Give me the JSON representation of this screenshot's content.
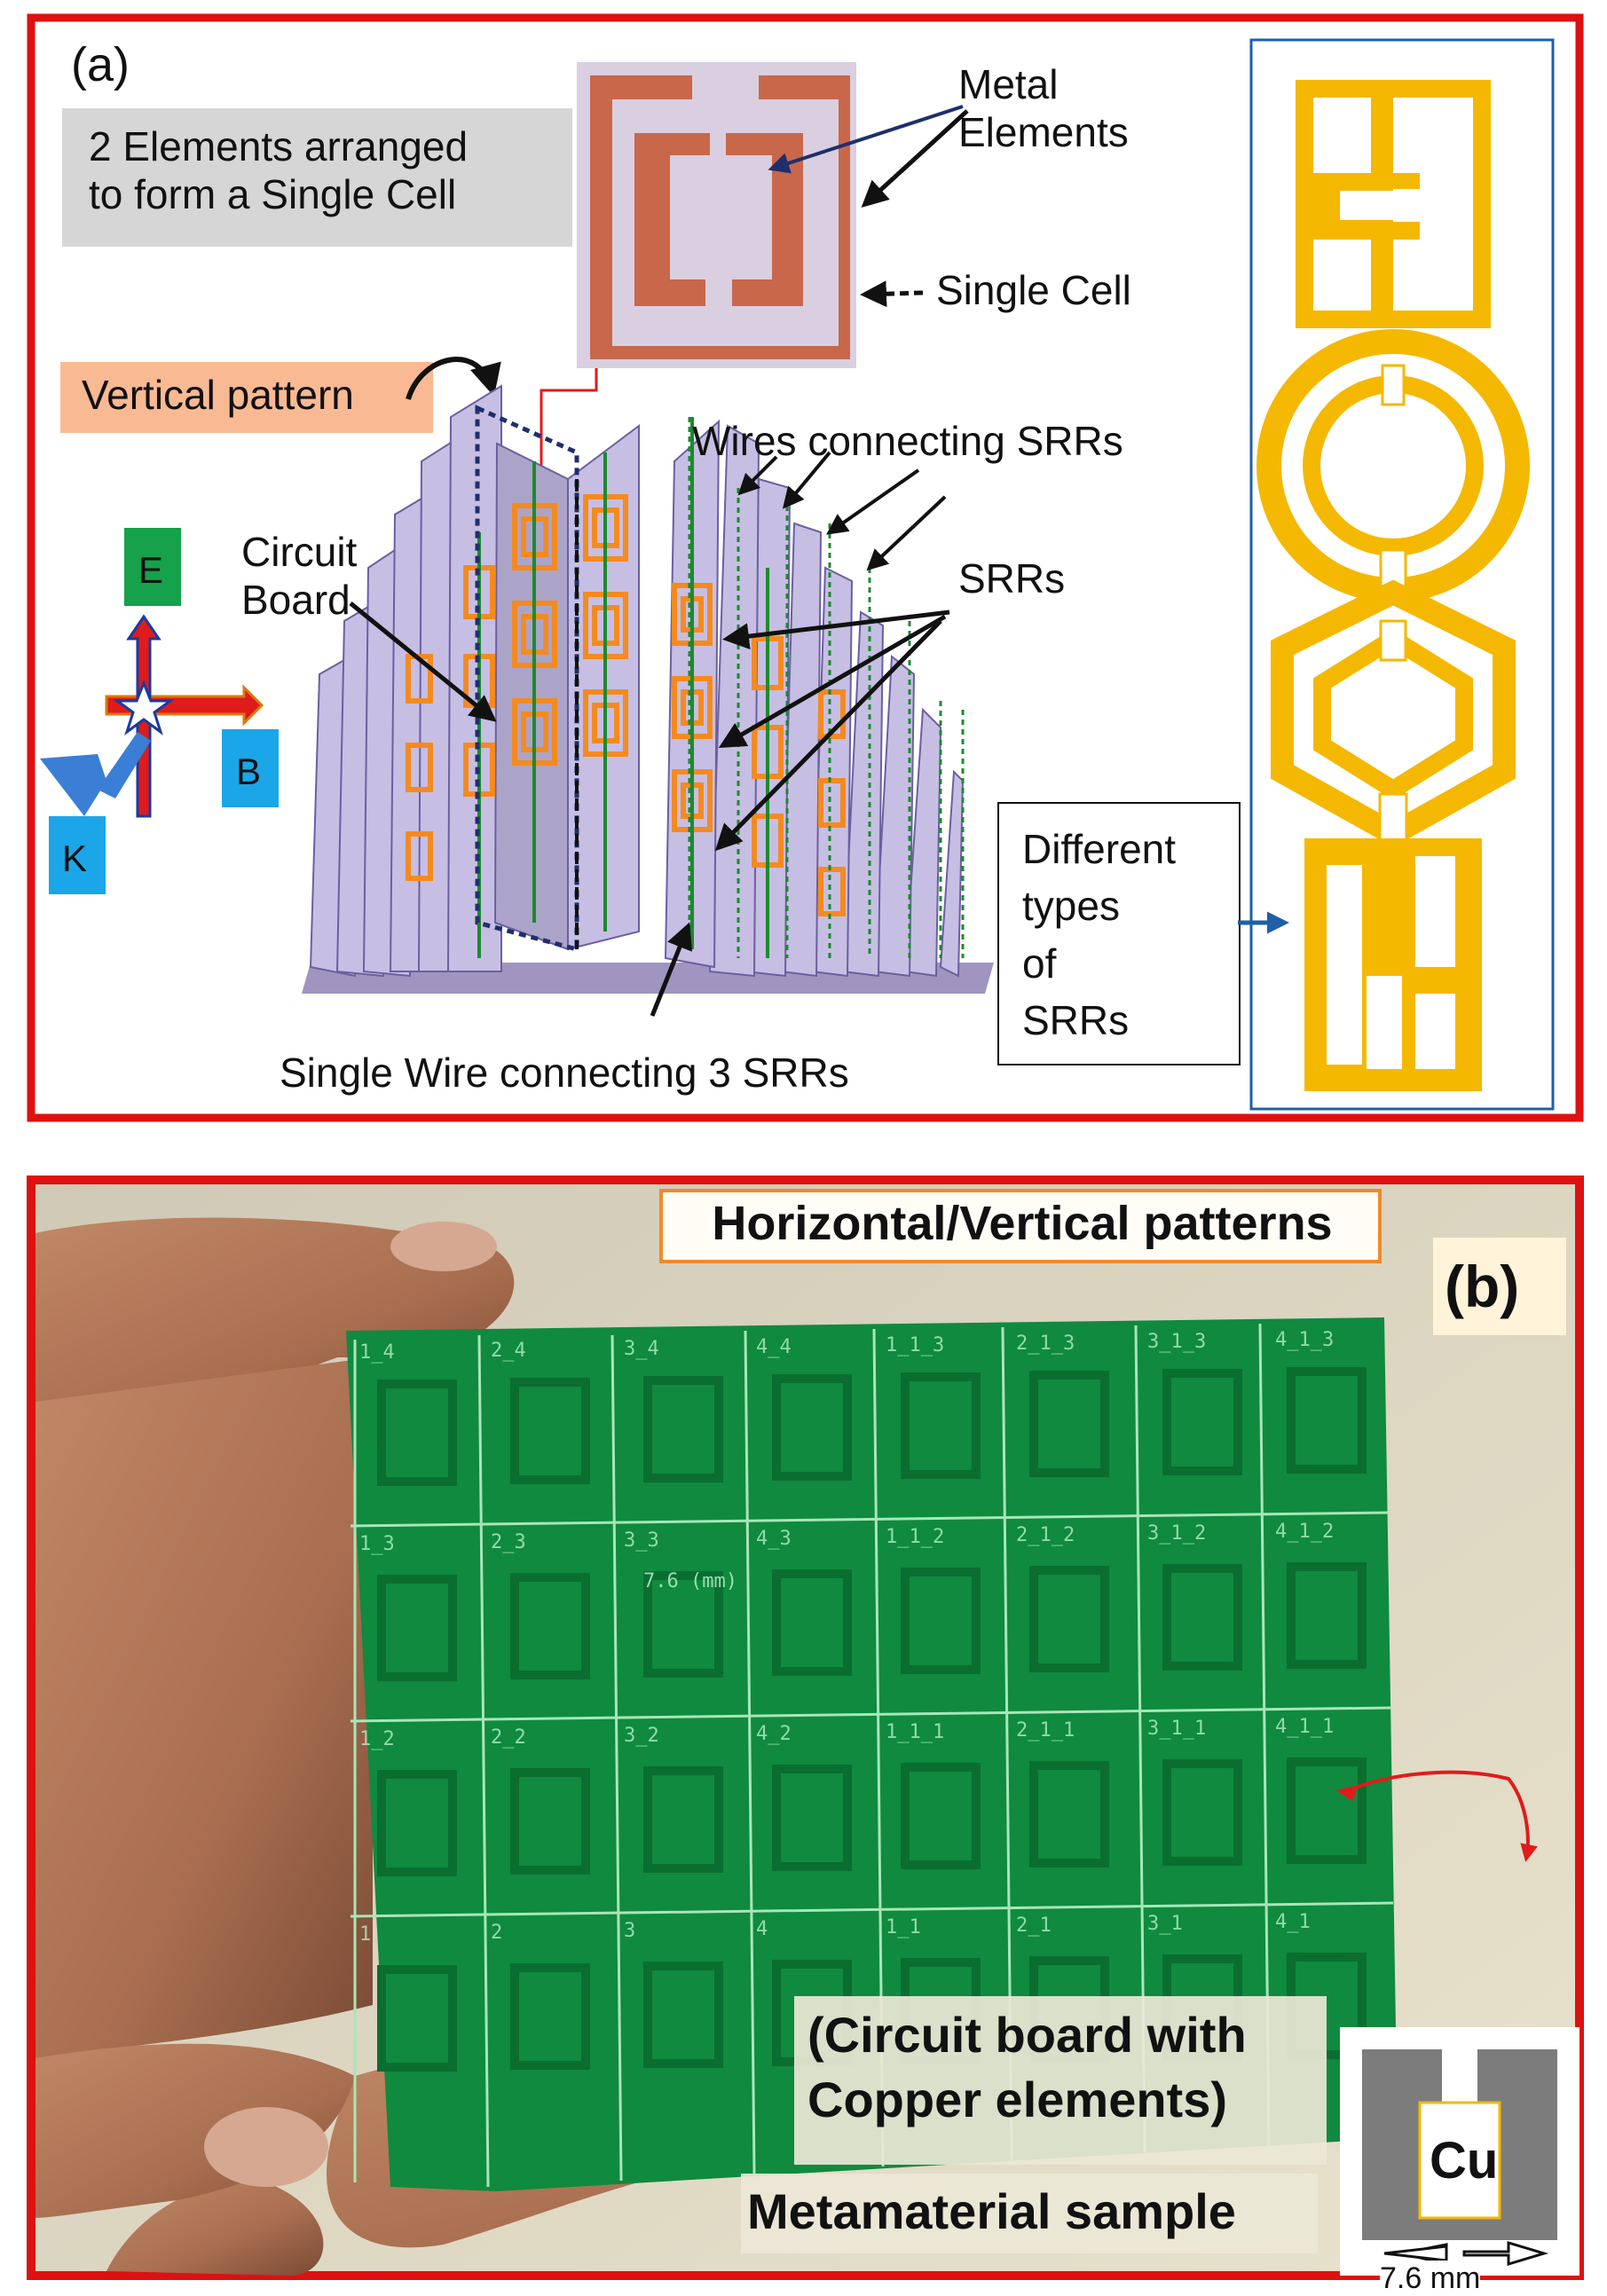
{
  "panel_a": {
    "tag": "(a)",
    "single_cell_caption": "2 Elements arranged\nto form a Single Cell",
    "metal_elements": "Metal\nElements",
    "single_cell": "Single Cell",
    "vertical_pattern": "Vertical pattern",
    "wires_connecting": "Wires connecting SRRs",
    "circuit_board": "Circuit\nBoard",
    "srrs": "SRRs",
    "single_wire": "Single Wire connecting 3 SRRs",
    "different_types": "Different\ntypes\nof\nSRRs",
    "field_e": "E",
    "field_b": "B",
    "field_k": "K",
    "colors": {
      "frame": "#dd1111",
      "srr_copper": "#c8674a",
      "cell_bg": "#d9cfe0",
      "srr_orange": "#f58a1f",
      "srr_yellow": "#f5b800",
      "wire_green": "#1c8a2e",
      "e_box": "#15a24a",
      "bk_box": "#1aa6e8"
    }
  },
  "panel_b": {
    "tag": "(b)",
    "patterns_title": "Horizontal/Vertical patterns",
    "circuit_note": "(Circuit board with\nCopper elements)",
    "sample_label": "Metamaterial sample",
    "cu_label": "Cu",
    "dimension": "7.6 mm",
    "board_dimension": "7.6 (mm)",
    "grid_labels": [
      [
        "1_4",
        "2_4",
        "3_4",
        "4_4",
        "1_1_3",
        "2_1_3",
        "3_1_3",
        "4_1_3"
      ],
      [
        "1_3",
        "2_3",
        "3_3",
        "4_3",
        "1_1_2",
        "2_1_2",
        "3_1_2",
        "4_1_2"
      ],
      [
        "1_2",
        "2_2",
        "3_2",
        "4_2",
        "1_1_1",
        "2_1_1",
        "3_1_1",
        "4_1_1"
      ],
      [
        "1",
        "2",
        "3",
        "4",
        "1_1",
        "2_1",
        "3_1",
        "4_1"
      ]
    ],
    "colors": {
      "board": "#0f8a3e",
      "skin": "#b0785a",
      "cu_gray": "#7c7c7c"
    }
  }
}
